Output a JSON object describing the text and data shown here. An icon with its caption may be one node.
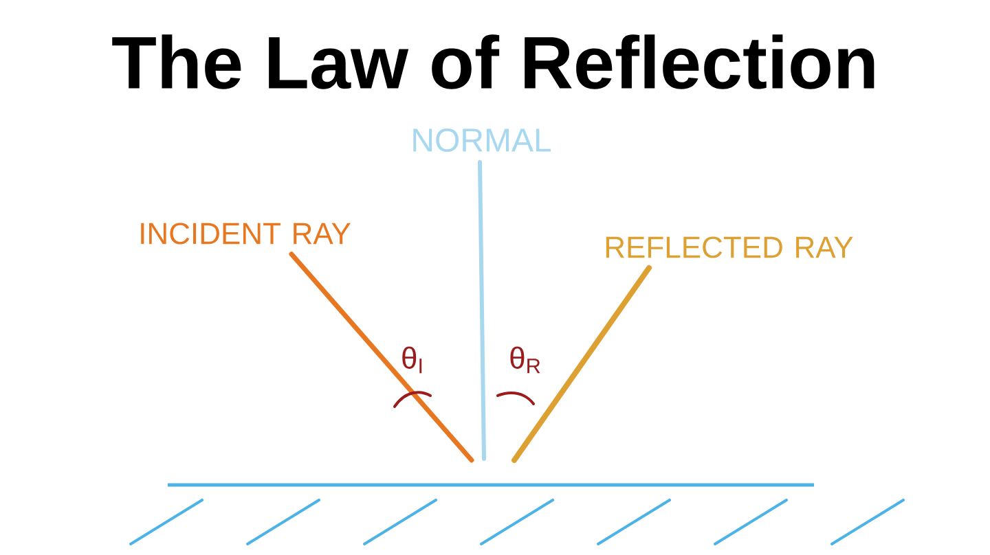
{
  "diagram": {
    "title": "The Law of Reflection",
    "labels": [
      "NORMAL",
      "INCIDENT RAY",
      "REFLECTED RAY",
      "θ$_{I}$",
      "θ$_{R}$"
    ]
  }
}
